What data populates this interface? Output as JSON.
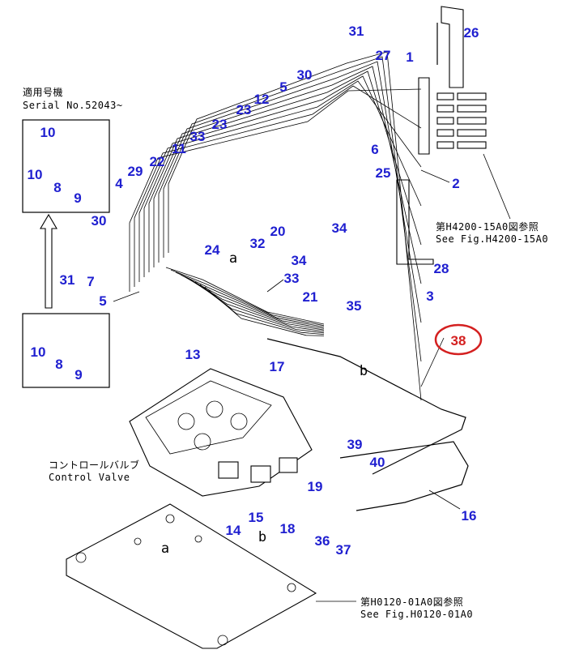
{
  "diagram": {
    "serial_note": {
      "line1": "適用号機",
      "line2": "Serial No.52043~"
    },
    "ref_upper": {
      "line1": "第H4200-15A0図参照",
      "line2": "See Fig.H4200-15A0"
    },
    "ref_lower": {
      "line1": "第H0120-01A0図参照",
      "line2": "See Fig.H0120-01A0"
    },
    "control_valve": {
      "line1": "コントロールバルブ",
      "line2": "Control Valve"
    },
    "highlighted_callout": "38",
    "callout_color": "#1f1fd0",
    "highlight_color": "#d42020",
    "callouts": [
      "31",
      "26",
      "27",
      "1",
      "30",
      "5",
      "12",
      "23",
      "23",
      "33",
      "11",
      "22",
      "29",
      "4",
      "6",
      "25",
      "2",
      "34",
      "20",
      "32",
      "24",
      "34",
      "33",
      "21",
      "35",
      "30",
      "31",
      "7",
      "5",
      "13",
      "17",
      "28",
      "3",
      "10",
      "10",
      "8",
      "9",
      "10",
      "8",
      "9",
      "39",
      "40",
      "19",
      "16",
      "15",
      "14",
      "18",
      "36",
      "37"
    ],
    "letters": [
      "a",
      "b",
      "a",
      "b"
    ]
  }
}
